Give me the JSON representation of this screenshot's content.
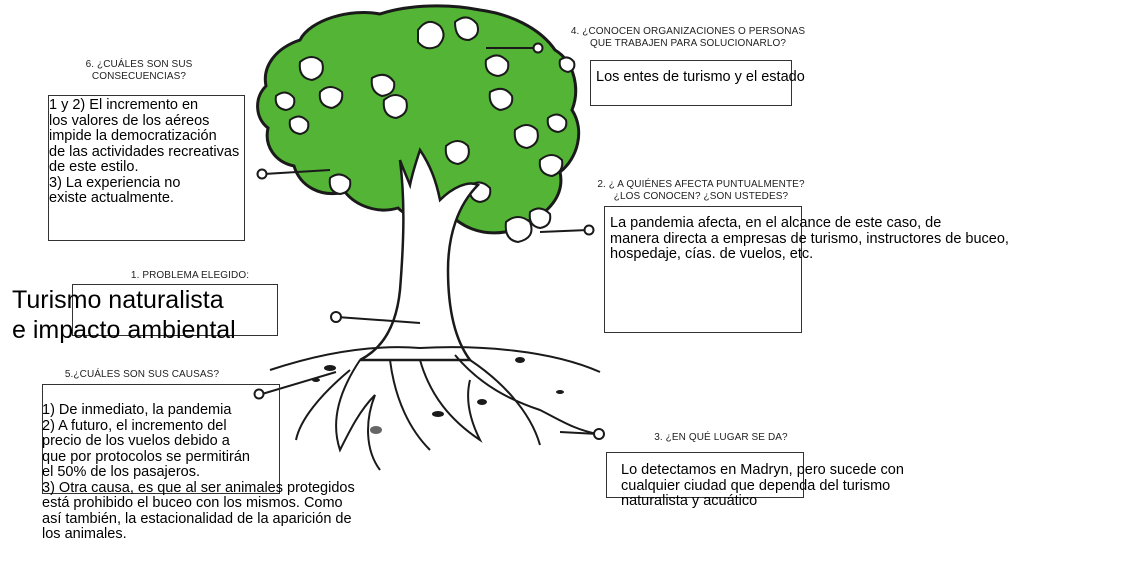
{
  "colors": {
    "canopy": "#54b435",
    "ink": "#1a1a1a",
    "background": "#ffffff"
  },
  "q6": {
    "label": [
      "6. ¿CUÁLES SON SUS",
      "CONSECUENCIAS?"
    ],
    "answer": [
      "1 y 2) El incremento en",
      "los valores de los aéreos",
      "impide la democratización",
      "de las actividades recreativas",
      "de este estilo.",
      "3) La experiencia no",
      "existe actualmente."
    ]
  },
  "q4": {
    "label": [
      "4. ¿CONOCEN ORGANIZACIONES O PERSONAS",
      "QUE TRABAJEN PARA SOLUCIONARLO?"
    ],
    "answer": [
      "Los entes de turismo y el estado"
    ]
  },
  "q2": {
    "label": [
      "2. ¿ A QUIÉNES AFECTA PUNTUALMENTE?",
      "¿LOS CONOCEN? ¿SON USTEDES?"
    ],
    "answer": [
      "La pandemia afecta, en el alcance de este caso, de",
      "manera directa a empresas de turismo, instructores de buceo,",
      "hospedaje, cías. de vuelos, etc."
    ]
  },
  "q1": {
    "label": "1. PROBLEMA ELEGIDO:",
    "answer": [
      "Turismo naturalista",
      "e impacto ambiental"
    ]
  },
  "q5": {
    "label": "5.¿CUÁLES SON SUS CAUSAS?",
    "answer": [
      "1) De inmediato, la pandemia",
      "2) A futuro, el incremento del",
      "precio de los vuelos debido a",
      "que por protocolos se permitirán",
      "el 50% de los pasajeros.",
      "3) Otra causa, es que al ser animales protegidos",
      "está prohibido el buceo con los mismos. Como",
      "así también, la estacionalidad de la aparición de",
      "los animales."
    ]
  },
  "q3": {
    "label": "3. ¿EN QUÉ LUGAR SE DA?",
    "answer": [
      "Lo detectamos en Madryn, pero sucede con",
      "cualquier ciudad que dependa del turismo",
      "naturalista y acuático"
    ]
  }
}
